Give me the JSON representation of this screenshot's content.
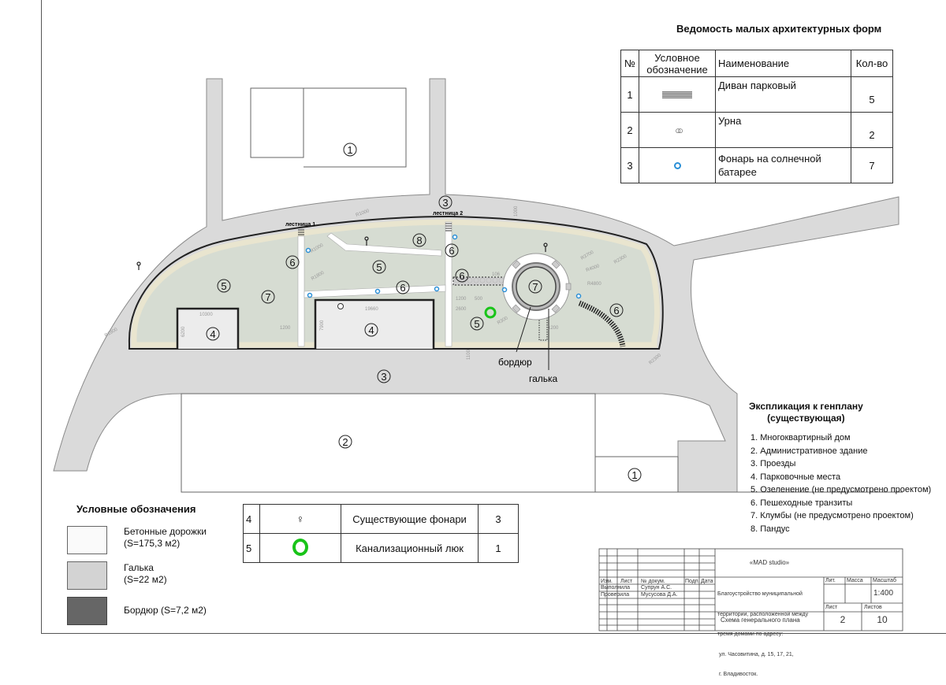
{
  "maf_table": {
    "title": "Ведомость малых архитектурных форм",
    "headers": [
      "№",
      "Условное обозначение",
      "Наименование",
      "Кол-во"
    ],
    "rows": [
      {
        "no": "1",
        "icon": "park-bench-icon",
        "name": "Диван парковый",
        "qty": "5"
      },
      {
        "no": "2",
        "icon": "trash-bin-icon",
        "name": "Урна",
        "qty": "2"
      },
      {
        "no": "3",
        "icon": "solar-lamp-icon",
        "name": "Фонарь на солнечной батарее",
        "qty": "7"
      }
    ]
  },
  "plan": {
    "labels": {
      "stair1": "лестница 1",
      "stair2": "лестница 2",
      "curb": "бордюр",
      "pebble": "галька"
    },
    "markers": {
      "m1": "1",
      "m2": "2",
      "m3": "3",
      "m4": "4",
      "m5": "5",
      "m6": "6",
      "m7": "7",
      "m8": "8"
    },
    "dimensions": [
      "R1800",
      "10300",
      "6200",
      "R1000",
      "R1800",
      "7900",
      "19660",
      "1200",
      "1200",
      "2600",
      "500",
      "106",
      "R4800",
      "R3700",
      "R4000",
      "R2300",
      "R1000",
      "R300",
      "1000",
      "1100",
      "R2300",
      "1200"
    ]
  },
  "explication": {
    "title_line1": "Экспликация к генплану",
    "title_line2": "(существующая)",
    "items": [
      "1. Многоквартирный дом",
      "2. Административное здание",
      "3. Проезды",
      "4. Парковочные места",
      "5. Озеленение (не предусмотрено проектом)",
      "6. Пешеходные транзиты",
      "7. Клумбы (не предусмотрено проектом)",
      "8. Пандус"
    ]
  },
  "legend": {
    "title": "Условные обозначения",
    "items": [
      {
        "label1": "Бетонные дорожки",
        "label2": "(S=175,3 м2)"
      },
      {
        "label1": "Галька",
        "label2": "(S=22 м2)"
      },
      {
        "label1": "Бордюр (S=7,2 м2)",
        "label2": ""
      }
    ]
  },
  "existing_table": {
    "rows": [
      {
        "no": "4",
        "icon": "existing-lamp-icon",
        "name": "Существующие фонари",
        "qty": "3"
      },
      {
        "no": "5",
        "icon": "manhole-icon",
        "name": "Канализационный люк",
        "qty": "1"
      }
    ]
  },
  "title_block": {
    "studio": "«MAD studio»",
    "col_izm": "Изм.",
    "col_list": "Лист",
    "col_doc": "№ докум.",
    "col_sign": "Подп.",
    "col_date": "Дата",
    "role1": "Выполнила",
    "name1": "Супрун А.С.",
    "role2": "Проверила",
    "name2": "Мусусова Д.А.",
    "project_lines": [
      "Благоустройство муниципальной",
      "территории, расположенной между",
      "тремя домами по адресу:",
      " ул. Часовитина, д. 15, 17, 21,",
      " г. Владивосток."
    ],
    "lit": "Лит.",
    "mass": "Масса",
    "scale_label": "Масштаб",
    "scale": "1:400",
    "sheet_label": "Лист",
    "sheets_label": "Листов",
    "sheet": "2",
    "sheets": "10",
    "drawing_name": "Схема генерального плана"
  },
  "colors": {
    "green_area": "#d6dcd2",
    "road": "#d9d9d9",
    "lamp": "#2a8fd6",
    "manhole": "#19c419",
    "border": "#e9e5cf"
  }
}
